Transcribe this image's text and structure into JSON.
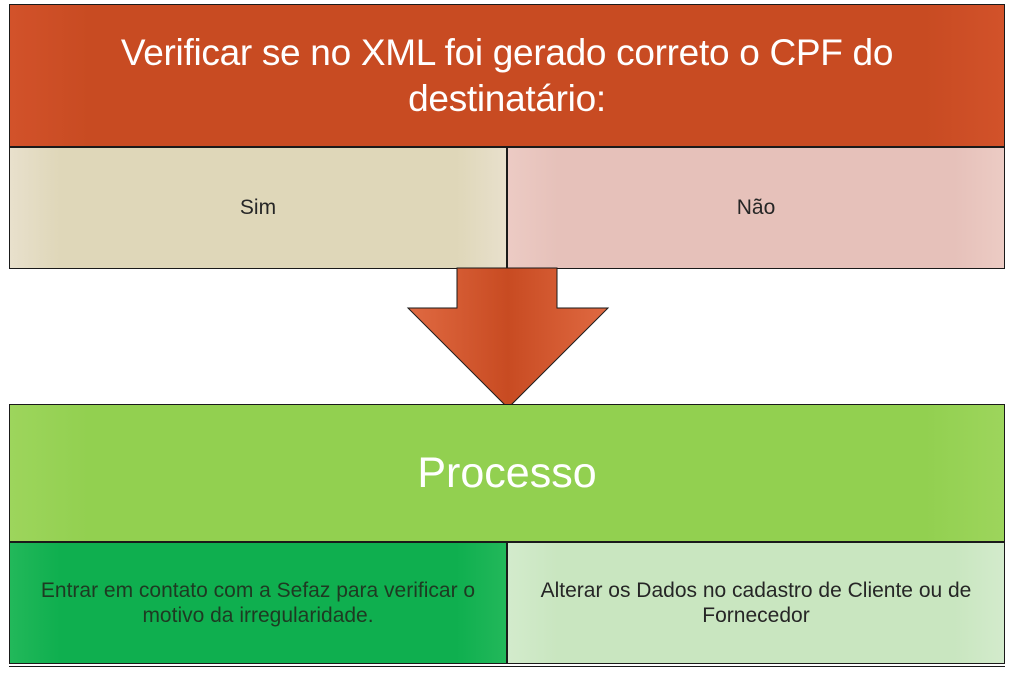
{
  "top": {
    "title": "Verificar se no XML foi gerado correto o CPF do destinatário:",
    "option_yes": "Sim",
    "option_no": "Não"
  },
  "bottom": {
    "title": "Processo",
    "action_yes": "Entrar em contato com a Sefaz para verificar o motivo da irregularidade.",
    "action_no": "Alterar os Dados no cadastro de Cliente ou de Fornecedor"
  },
  "colors": {
    "top_header": "#c84b22",
    "option_yes_bg": "#dfd7b9",
    "option_no_bg": "#e6c1ba",
    "arrow": "#c84b22",
    "bottom_header": "#92d050",
    "action_yes_bg": "#0faf4f",
    "action_no_bg": "#c9e6c0"
  }
}
